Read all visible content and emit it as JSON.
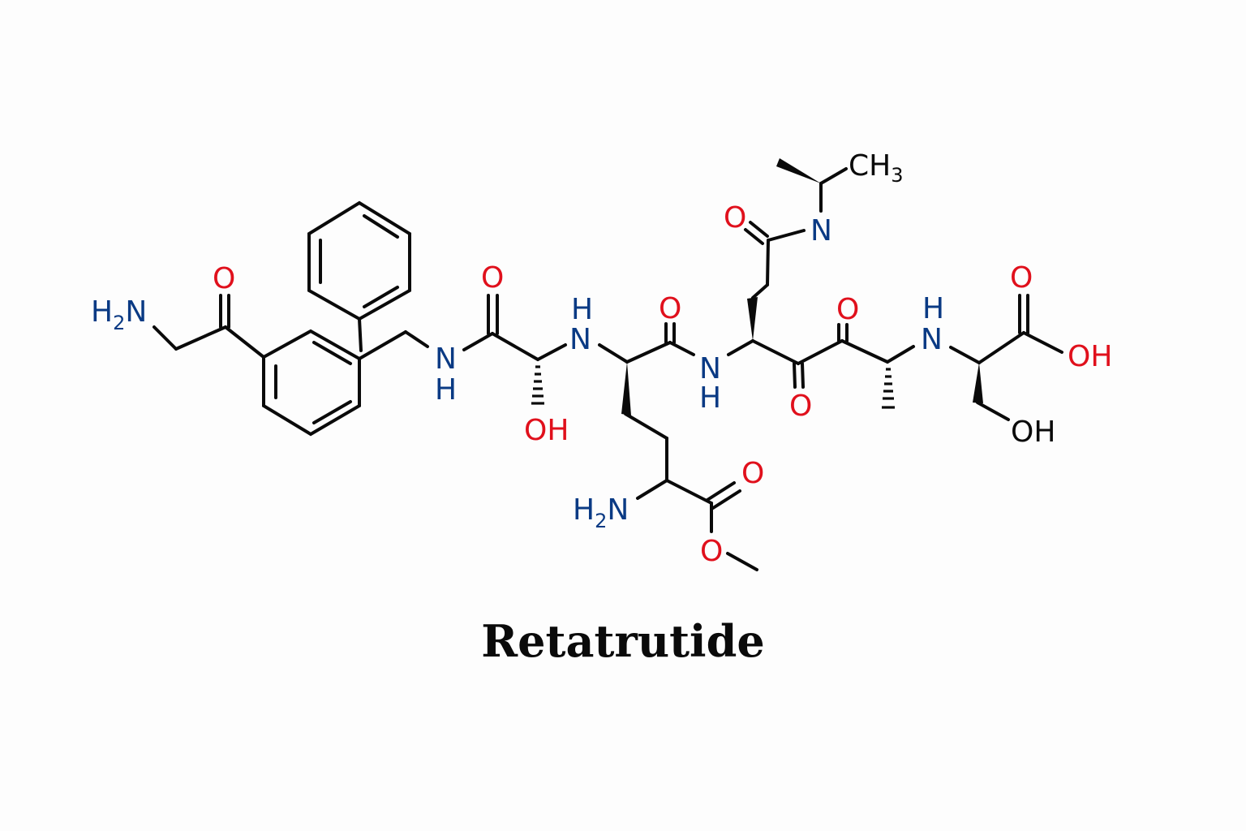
{
  "diagram": {
    "type": "chemical-structure",
    "compound_name": "Retatrutide",
    "colors": {
      "nitrogen": "#0a3a84",
      "oxygen": "#e0101c",
      "carbon_bonds": "#0a0a0a",
      "background": "#fdfdfd"
    },
    "atom_labels": {
      "h2n_terminal": {
        "main": "H",
        "sub": "2",
        "tail": "N"
      },
      "o_ketone_1": "O",
      "nh_1": {
        "n": "N",
        "h": "H"
      },
      "o_amide_1": "O",
      "oh_1": "OH",
      "nh_2": {
        "n": "N",
        "h": "H"
      },
      "o_amide_2": "O",
      "nh_3": {
        "n": "N",
        "h": "H"
      },
      "h2n_side": {
        "main": "H",
        "sub": "2",
        "tail": "N"
      },
      "o_ester_carbonyl": "O",
      "o_ester": "O",
      "o_side_amide": "O",
      "n_side_amide": "N",
      "ch3": {
        "main": "CH",
        "sub": "3"
      },
      "o_diketone_up": "O",
      "o_diketone_down": "O",
      "nh_4": {
        "n": "N",
        "h": "H"
      },
      "o_acid": "O",
      "oh_acid": "OH",
      "oh_serine": "OH"
    }
  }
}
